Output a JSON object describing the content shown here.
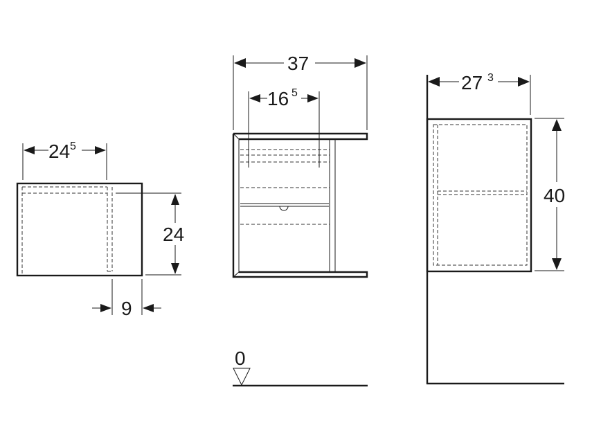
{
  "drawing": {
    "views": [
      {
        "name": "top-view",
        "width_label": {
          "main": "24",
          "sup": "5"
        },
        "height_label": "24",
        "depth_label": "9"
      },
      {
        "name": "front-view",
        "width_label": "37",
        "inner_label": {
          "main": "16",
          "sup": "5"
        }
      },
      {
        "name": "side-view",
        "width_label": {
          "main": "27",
          "sup": "3"
        },
        "height_label": "40"
      }
    ],
    "floor_marker": {
      "label": "0"
    }
  }
}
